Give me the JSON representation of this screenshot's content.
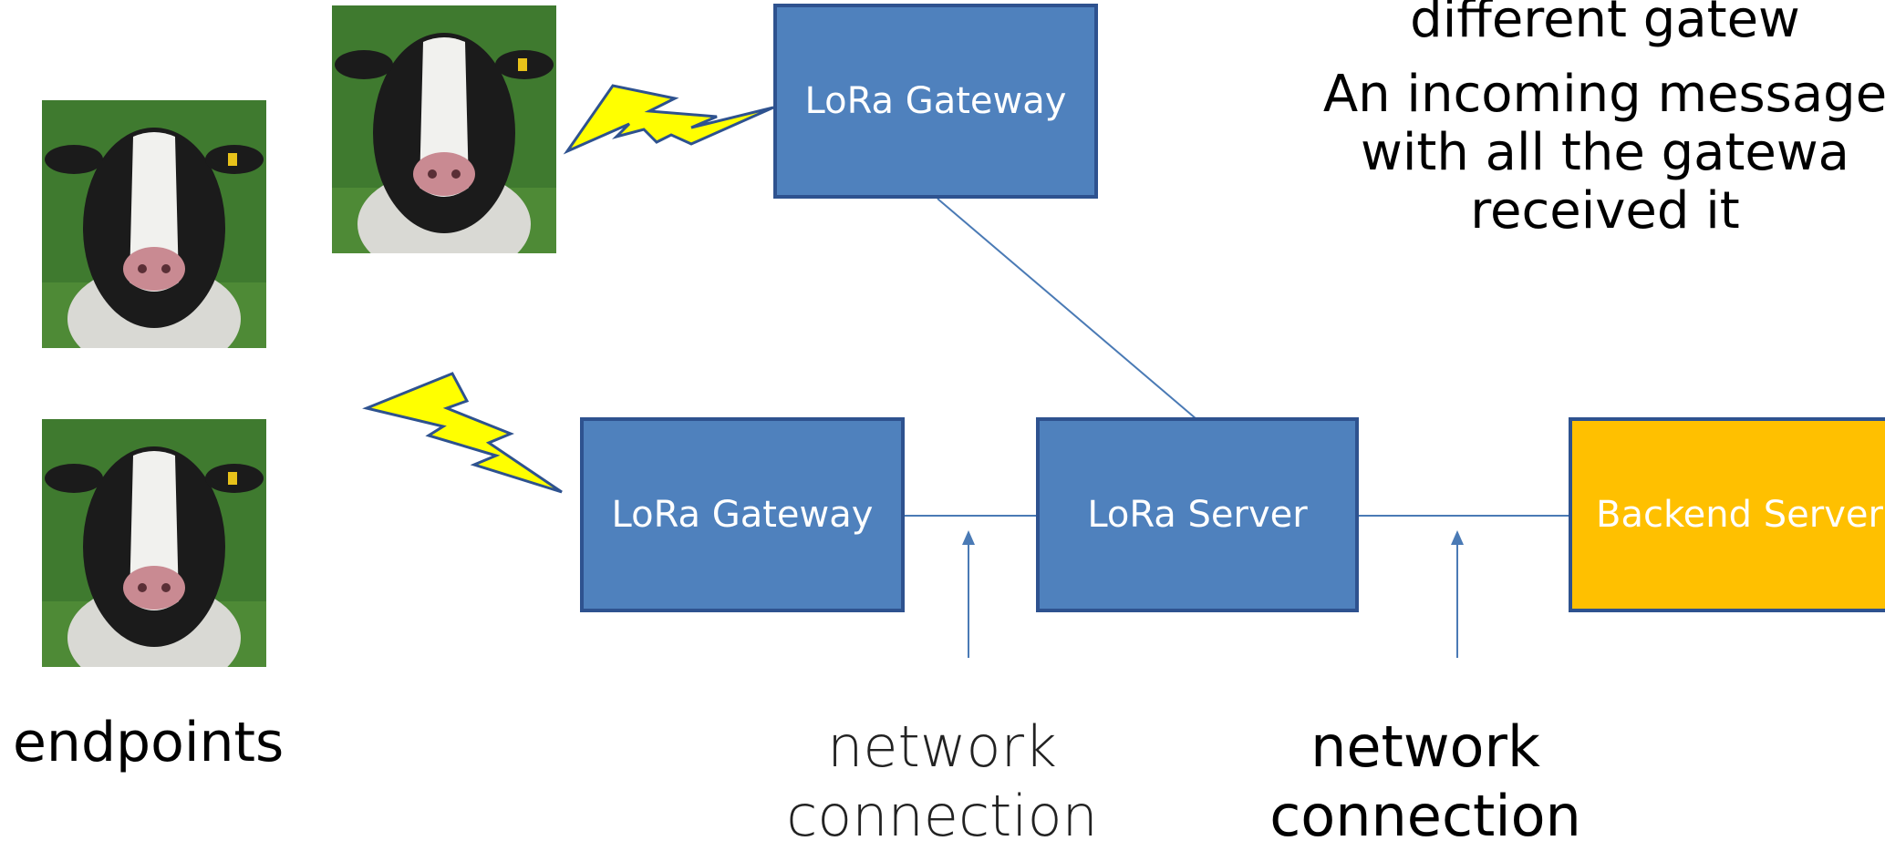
{
  "nodes": {
    "gateway_top": "LoRa Gateway",
    "gateway_bottom": "LoRa Gateway",
    "server": "LoRa Server",
    "backend": "Backend Server"
  },
  "captions": {
    "endpoints": "endpoints",
    "net1_line1": "network",
    "net1_line2": "connection",
    "net2_line1": "network",
    "net2_line2": "connection"
  },
  "notes": {
    "line0": "different gatew",
    "line1": "An incoming message",
    "line2": "with all the gatewa",
    "line3": "received it"
  },
  "colors": {
    "lora_box": "#4f81bd",
    "backend_box": "#ffc000",
    "lightning": "#ffff00",
    "connector": "#4a7ab5"
  }
}
